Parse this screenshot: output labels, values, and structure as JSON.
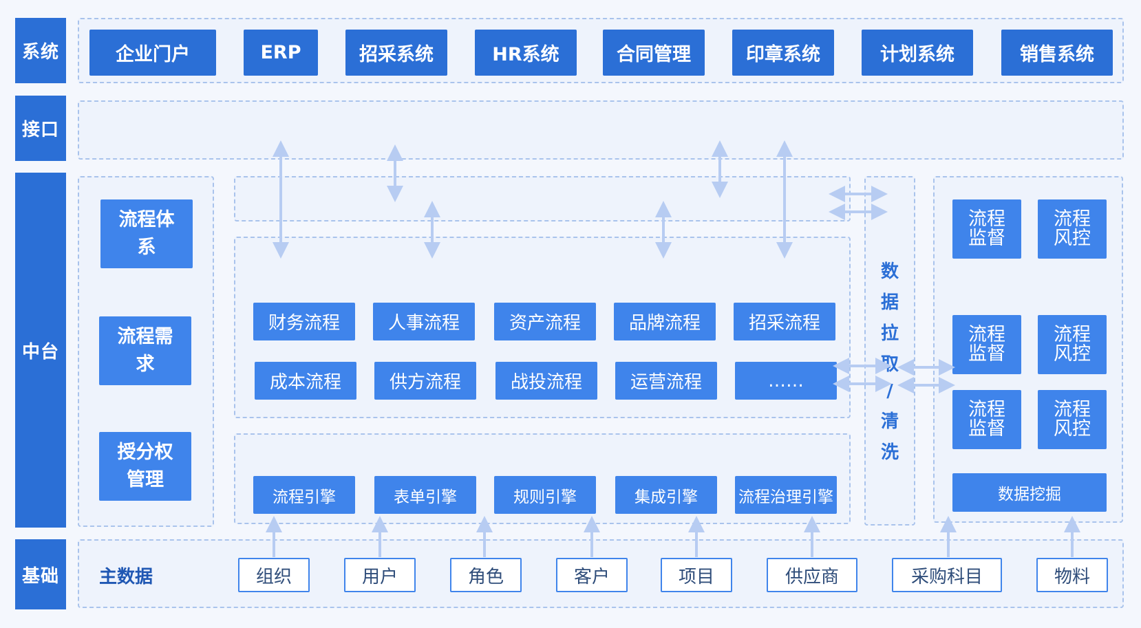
{
  "rows": {
    "system": "系统",
    "interface": "接口",
    "middle": "中台",
    "foundation": "基础"
  },
  "systems": [
    "企业门户",
    "ERP",
    "招采系统",
    "HR系统",
    "合同管理",
    "印章系统",
    "计划系统",
    "销售系统"
  ],
  "left_cards": [
    "流程体系",
    "流程需求",
    "授分权管理"
  ],
  "processes_row1": [
    "财务流程",
    "人事流程",
    "资产流程",
    "品牌流程",
    "招采流程"
  ],
  "processes_row2": [
    "成本流程",
    "供方流程",
    "战投流程",
    "运营流程",
    "……"
  ],
  "engines": [
    "流程引擎",
    "表单引擎",
    "规则引擎",
    "集成引擎",
    "流程治理引擎"
  ],
  "data_column_chars": [
    "数",
    "据",
    "拉",
    "取",
    "/",
    "清",
    "洗"
  ],
  "right_cards": [
    {
      "line1": "流程",
      "line2": "监督"
    },
    {
      "line1": "流程",
      "line2": "风控"
    },
    {
      "line1": "流程",
      "line2": "监督"
    },
    {
      "line1": "流程",
      "line2": "风控"
    },
    {
      "line1": "流程",
      "line2": "监督"
    },
    {
      "line1": "流程",
      "line2": "风控"
    }
  ],
  "data_mining": "数据挖掘",
  "master_data_label": "主数据",
  "master_data": [
    "组织",
    "用户",
    "角色",
    "客户",
    "项目",
    "供应商",
    "采购科目",
    "物料"
  ],
  "colors": {
    "primary": "#2b6fd6",
    "light": "#3f84eb",
    "dash": "#a9c3ec",
    "arrow": "#b7ccf2"
  }
}
